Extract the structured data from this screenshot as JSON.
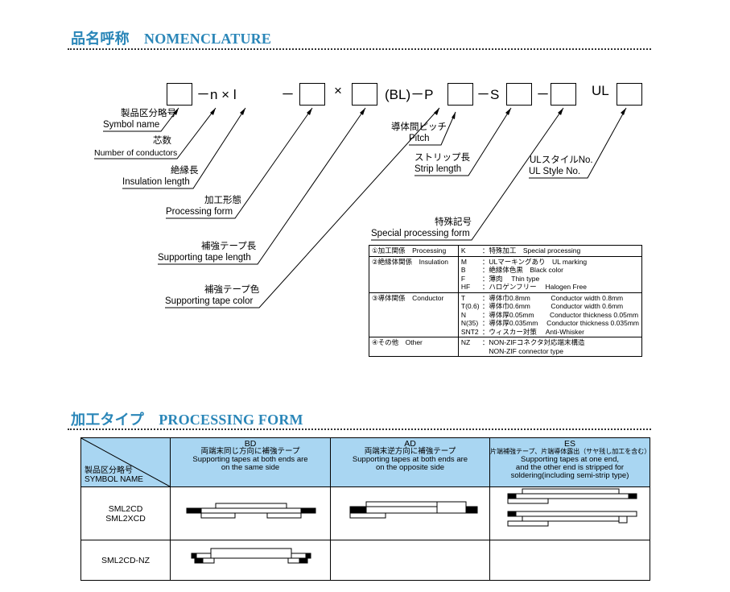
{
  "sections": {
    "nomenclature_title": "品名呼称　NOMENCLATURE",
    "processing_title": "加工タイプ　PROCESSING FORM"
  },
  "code": {
    "t1": "－n × l",
    "t2": "－",
    "t3": "×",
    "t4": "(BL)－P",
    "t5": "－S",
    "t6": "－",
    "t7": "UL"
  },
  "labels": {
    "symbol_name_jp": "製品区分略号",
    "symbol_name_en": "Symbol name",
    "conductors_jp": "芯数",
    "conductors_en": "Number of conductors",
    "insulation_jp": "絶縁長",
    "insulation_en": "Insulation length",
    "processing_jp": "加工形態",
    "processing_en": "Processing form",
    "tape_length_jp": "補強テープ長",
    "tape_length_en": "Supporting tape length",
    "tape_color_jp": "補強テープ色",
    "tape_color_en": "Supporting tape color",
    "pitch_jp": "導体間ピッチ",
    "pitch_en": "Pitch",
    "strip_jp": "ストリップ長",
    "strip_en": "Strip length",
    "ul_jp": "ULスタイルNo.",
    "ul_en": "UL Style No.",
    "special_jp": "特殊記号",
    "special_en": "Special processing form"
  },
  "special_table": [
    {
      "category": "①加工関係　Processing",
      "codes": [
        "K"
      ],
      "desc": [
        "：特殊加工　Special processing"
      ]
    },
    {
      "category": "②絶縁体関係　Insulation",
      "codes": [
        "M",
        "B",
        "F",
        "HF"
      ],
      "desc": [
        "：ULマーキングあり　UL marking",
        "：絶縁体色黒　Black color",
        "：薄肉　 Thin type",
        "：ハロゲンフリー　 Halogen Free"
      ]
    },
    {
      "category": "③導体関係　Conductor",
      "codes": [
        "T",
        "T(0.6)",
        "N",
        "N(35)",
        "SNT2"
      ],
      "desc": [
        "：導体巾0.8mm　　　Conductor width 0.8mm",
        "：導体巾0.6mm　　　Conductor width 0.6mm",
        "：導体厚0.05mm　　 Conductor thickness 0.05mm",
        "：導体厚0.035mm　 Conductor thickness 0.035mm",
        "：ウィスカー対策　 Anti-Whisker"
      ]
    },
    {
      "category": "④その他　Other",
      "codes": [
        "NZ",
        ""
      ],
      "desc": [
        "：NON-ZIFコネクタ対応端末構造",
        "　NON-ZIF connector type"
      ]
    }
  ],
  "processing_table": {
    "corner_jp": "製品区分略号",
    "corner_en": "SYMBOL NAME",
    "columns": [
      {
        "code": "BD",
        "lines": [
          "両端末同じ方向に補強テープ",
          "Supporting tapes at both ends are",
          "on the same side"
        ]
      },
      {
        "code": "AD",
        "lines": [
          "両端末逆方向に補強テープ",
          "Supporting tapes at both ends are",
          "on the opposite side"
        ]
      },
      {
        "code": "ES",
        "lines": [
          "片端補強テープ、片端導体露出（サヤ残し加工を含む）",
          "Supporting tapes at one end,",
          "and the other end is stripped for",
          "soldering(including semi-strip type)"
        ]
      }
    ],
    "rows": [
      {
        "symbol_lines": [
          "SML2CD",
          "SML2XCD"
        ]
      },
      {
        "symbol_lines": [
          "SML2CD-NZ"
        ]
      }
    ]
  }
}
